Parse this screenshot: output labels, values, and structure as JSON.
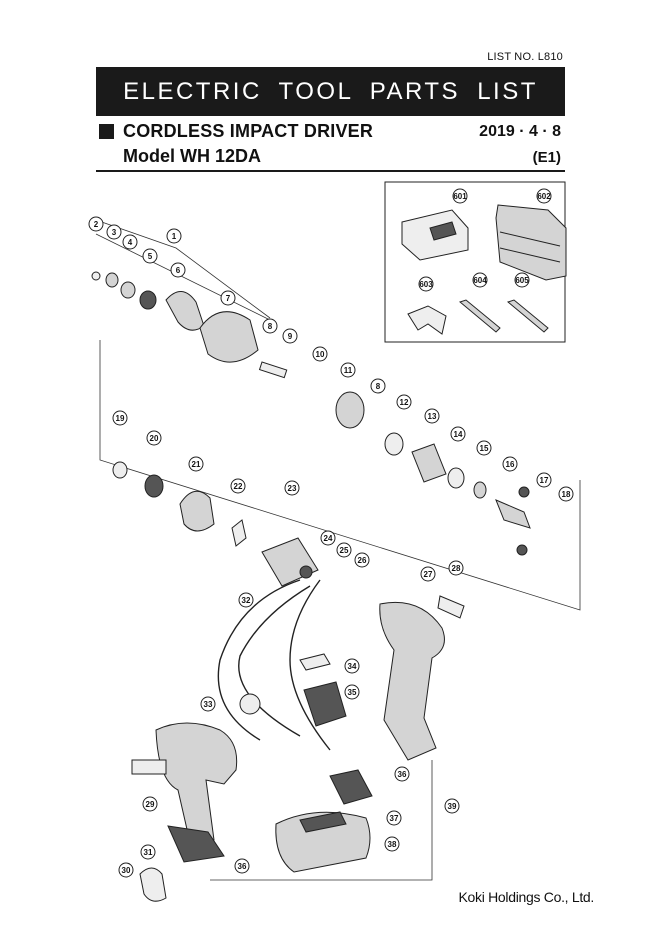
{
  "header": {
    "list_no": "LIST NO. L810",
    "banner": "ELECTRIC TOOL PARTS LIST",
    "product": "CORDLESS IMPACT DRIVER",
    "model": "Model WH 12DA",
    "date": "2019 · 4 · 8",
    "edition": "(E1)"
  },
  "footer": {
    "company": "Koki Holdings Co., Ltd."
  },
  "callouts": [
    "1",
    "2",
    "3",
    "4",
    "5",
    "6",
    "7",
    "8",
    "9",
    "10",
    "11",
    "8",
    "12",
    "13",
    "14",
    "15",
    "16",
    "17",
    "18",
    "19",
    "20",
    "21",
    "22",
    "23",
    "24",
    "25",
    "26",
    "27",
    "28",
    "32",
    "33",
    "34",
    "35",
    "36",
    "37",
    "38",
    "39",
    "29",
    "30",
    "31",
    "36",
    "601",
    "602",
    "603",
    "604",
    "605"
  ]
}
